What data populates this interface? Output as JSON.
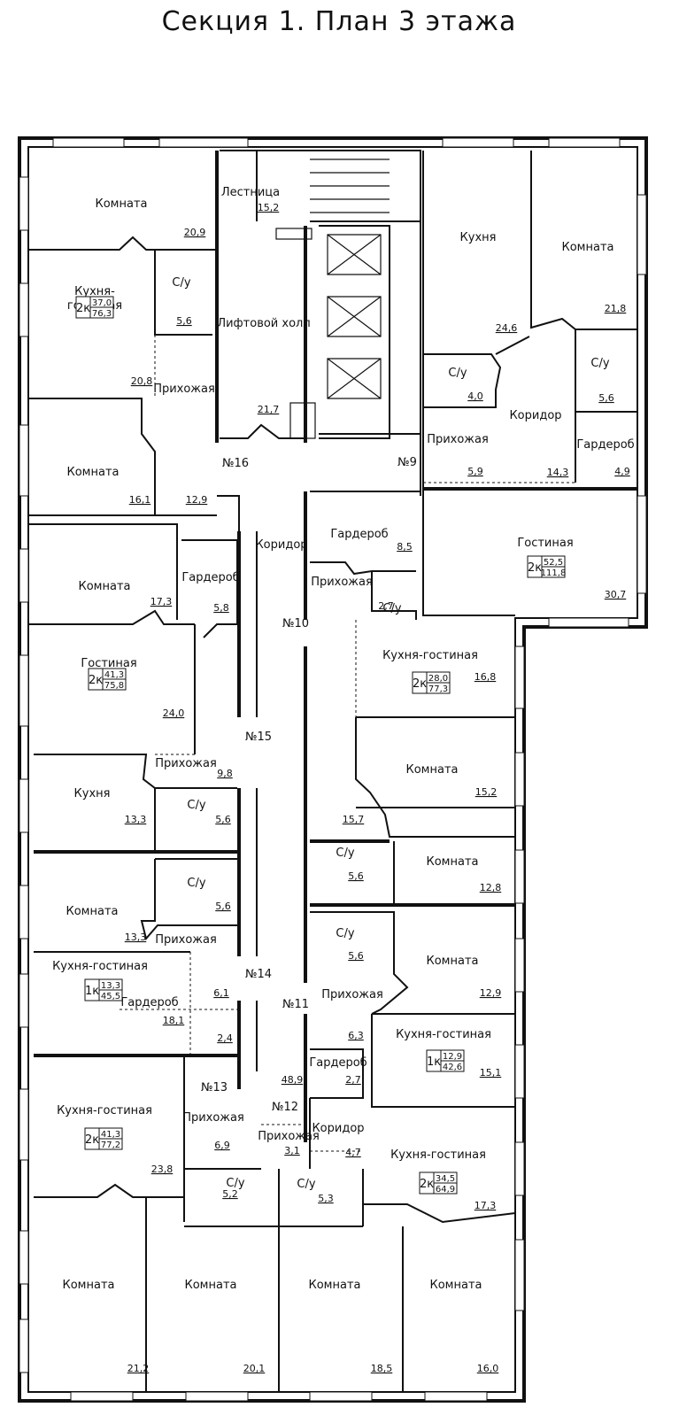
{
  "title": "Секция 1. План 3 этажа",
  "rooms": [
    {
      "name": "Комната",
      "area": "20,9"
    },
    {
      "name": "Кухня-\nгостиная",
      "area": "20,8"
    },
    {
      "name": "С/у",
      "area": "5,6"
    },
    {
      "name": "Прихожая",
      "area": ""
    },
    {
      "name": "Комната",
      "area": "16,1"
    },
    {
      "name": "",
      "area": "12,9"
    },
    {
      "name": "Лестница",
      "area": "15,2"
    },
    {
      "name": "Лифтовой холл",
      "area": "21,7"
    },
    {
      "name": "Кухня",
      "area": "24,6"
    },
    {
      "name": "Комната",
      "area": "21,8"
    },
    {
      "name": "С/у",
      "area": "4,0"
    },
    {
      "name": "С/у",
      "area": "5,6"
    },
    {
      "name": "Коридор",
      "area": "14,3"
    },
    {
      "name": "Прихожая",
      "area": "5,9"
    },
    {
      "name": "Гардероб",
      "area": "4,9"
    },
    {
      "name": "Гостиная",
      "area": "30,7"
    },
    {
      "name": "Комната",
      "area": "17,3"
    },
    {
      "name": "Гардероб",
      "area": "5,8"
    },
    {
      "name": "Гостиная",
      "area": "24,0"
    },
    {
      "name": "Коридор",
      "area": ""
    },
    {
      "name": "Гардероб",
      "area": "8,5"
    },
    {
      "name": "Прихожая",
      "area": ""
    },
    {
      "name": "С/у",
      "area": "2,7"
    },
    {
      "name": "Кухня-гостиная",
      "area": "16,8"
    },
    {
      "name": "Прихожая",
      "area": "9,8"
    },
    {
      "name": "Кухня",
      "area": "13,3"
    },
    {
      "name": "С/у",
      "area": "5,6"
    },
    {
      "name": "Комната",
      "area": "15,2"
    },
    {
      "name": "",
      "area": "15,7"
    },
    {
      "name": "С/у",
      "area": "5,6"
    },
    {
      "name": "Комната",
      "area": "12,8"
    },
    {
      "name": "Комната",
      "area": "13,3"
    },
    {
      "name": "С/у",
      "area": "5,6"
    },
    {
      "name": "Прихожая",
      "area": ""
    },
    {
      "name": "С/у",
      "area": "5,6"
    },
    {
      "name": "Комната",
      "area": "12,9"
    },
    {
      "name": "Кухня-гостиная",
      "area": ""
    },
    {
      "name": "Гардероб",
      "area": "18,1"
    },
    {
      "name": "",
      "area": "6,1"
    },
    {
      "name": "",
      "area": "2,4"
    },
    {
      "name": "Прихожая",
      "area": "6,3"
    },
    {
      "name": "Кухня-гостиная",
      "area": "15,1"
    },
    {
      "name": "Гардероб",
      "area": "2,7"
    },
    {
      "name": "",
      "area": "48,9"
    },
    {
      "name": "Кухня-гостиная",
      "area": "23,8"
    },
    {
      "name": "Прихожая",
      "area": "6,9"
    },
    {
      "name": "Прихожая",
      "area": "3,1"
    },
    {
      "name": "Коридор",
      "area": "4,7"
    },
    {
      "name": "Кухня-гостиная",
      "area": "17,3"
    },
    {
      "name": "С/у",
      "area": "5,2"
    },
    {
      "name": "С/у",
      "area": "5,3"
    },
    {
      "name": "Комната",
      "area": "21,2"
    },
    {
      "name": "Комната",
      "area": "20,1"
    },
    {
      "name": "Комната",
      "area": "18,5"
    },
    {
      "name": "Комната",
      "area": "16,0"
    }
  ],
  "apartments": [
    {
      "type": "2к",
      "living": "37,0",
      "total": "76,3"
    },
    {
      "type": "2к",
      "living": "52,5",
      "total": "111,8"
    },
    {
      "type": "2к",
      "living": "41,3",
      "total": "75,8"
    },
    {
      "type": "2к",
      "living": "28,0",
      "total": "77,3"
    },
    {
      "type": "1к",
      "living": "13,3",
      "total": "45,5"
    },
    {
      "type": "1к",
      "living": "12,9",
      "total": "42,6"
    },
    {
      "type": "2к",
      "living": "41,3",
      "total": "77,2"
    },
    {
      "type": "2к",
      "living": "34,5",
      "total": "64,9"
    }
  ],
  "numbers": [
    "№16",
    "№9",
    "№10",
    "№15",
    "№14",
    "№11",
    "№13",
    "№12"
  ]
}
